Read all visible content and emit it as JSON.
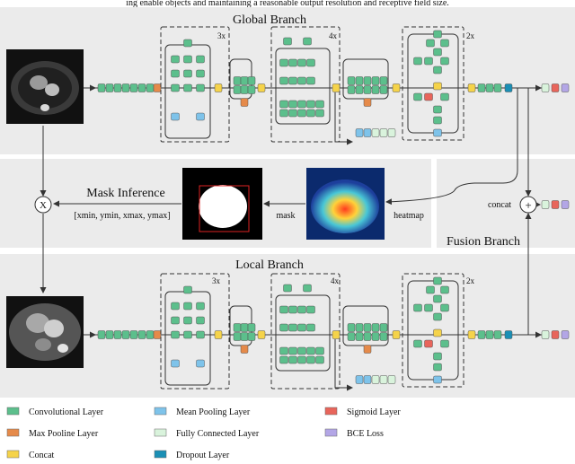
{
  "top_caption": "ing enable objects and maintaining a reasonable output resolution and receptive field size.",
  "branches": {
    "global": "Global Branch",
    "local": "Local Branch",
    "fusion": "Fusion Branch",
    "mask_inference": "Mask Inference"
  },
  "repeat_labels": {
    "r1": "3x",
    "r2": "4x",
    "r3": "2x"
  },
  "flow_labels": {
    "bbox": "[xmin, ymin, xmax, ymax]",
    "mask": "mask",
    "heatmap": "heatmap",
    "concat": "concat"
  },
  "operators": {
    "multiply": "X",
    "plus": "+"
  },
  "legend": [
    {
      "label": "Convolutional Layer",
      "color": "#5cbf8c"
    },
    {
      "label": "Mean Pooling Layer",
      "color": "#7ec3ea"
    },
    {
      "label": "Sigmoid Layer",
      "color": "#e8655b"
    },
    {
      "label": "Max Pooline Layer",
      "color": "#e58a4a"
    },
    {
      "label": "Fully Connected Layer",
      "color": "#d9f3dc"
    },
    {
      "label": "BCE Loss",
      "color": "#b3a6e6"
    },
    {
      "label": "Concat",
      "color": "#f5d34a"
    },
    {
      "label": "Dropout Layer",
      "color": "#1a8fb5"
    }
  ],
  "colors": {
    "panel_bg": "#ebebeb",
    "conv": "#5cbf8c",
    "maxpool": "#e58a4a",
    "concat": "#f5d34a",
    "meanpool": "#7ec3ea",
    "fc": "#d9f3dc",
    "dropout": "#1a8fb5",
    "sigmoid": "#e8655b",
    "bce": "#b3a6e6"
  }
}
